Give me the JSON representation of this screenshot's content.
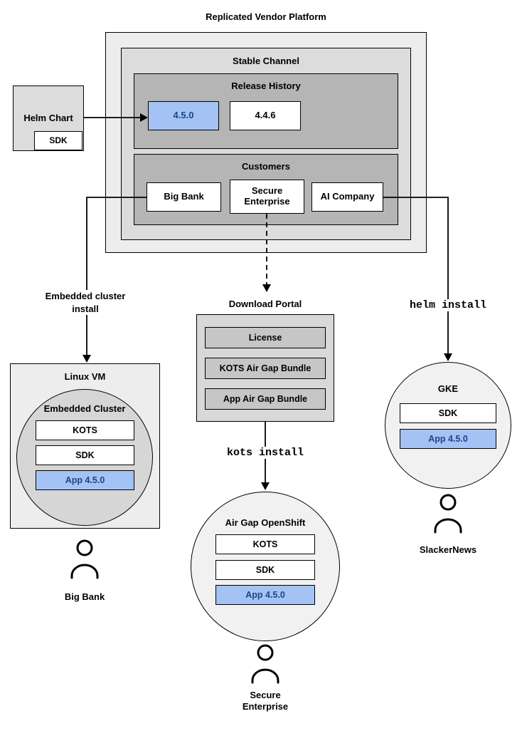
{
  "colors": {
    "highlight_fill": "#a4c2f4",
    "highlight_text": "#1c4587",
    "container_light": "#ededed",
    "container_mid": "#dcdcdc",
    "container_dark": "#b5b5b5",
    "circle_fill": "#f1f1f1",
    "border": "#000000"
  },
  "platform": {
    "title": "Replicated Vendor Platform",
    "stable_channel": {
      "title": "Stable Channel",
      "release_history": {
        "title": "Release History",
        "releases": [
          {
            "label": "4.5.0"
          },
          {
            "label": "4.4.6"
          }
        ]
      },
      "customers": {
        "title": "Customers",
        "items": [
          {
            "label": "Big Bank"
          },
          {
            "label": "Secure Enterprise"
          },
          {
            "label": "AI Company"
          }
        ]
      }
    }
  },
  "helm_chart": {
    "title": "Helm Chart",
    "sdk": "SDK"
  },
  "connectors": {
    "embedded_cluster_install": "Embedded cluster install",
    "helm_install": "helm install",
    "kots_install": "kots install"
  },
  "download_portal": {
    "title": "Download Portal",
    "items": [
      {
        "label": "License"
      },
      {
        "label": "KOTS Air Gap Bundle"
      },
      {
        "label": "App Air Gap Bundle"
      }
    ]
  },
  "linux_vm": {
    "title": "Linux VM",
    "embedded_cluster": {
      "title": "Embedded Cluster",
      "components": [
        {
          "label": "KOTS"
        },
        {
          "label": "SDK"
        },
        {
          "label": "App 4.5.0"
        }
      ]
    },
    "user": "Big Bank"
  },
  "air_gap_openshift": {
    "title": "Air Gap OpenShift",
    "components": [
      {
        "label": "KOTS"
      },
      {
        "label": "SDK"
      },
      {
        "label": "App 4.5.0"
      }
    ],
    "user": "Secure Enterprise"
  },
  "gke": {
    "title": "GKE",
    "components": [
      {
        "label": "SDK"
      },
      {
        "label": "App 4.5.0"
      }
    ],
    "user": "SlackerNews"
  }
}
